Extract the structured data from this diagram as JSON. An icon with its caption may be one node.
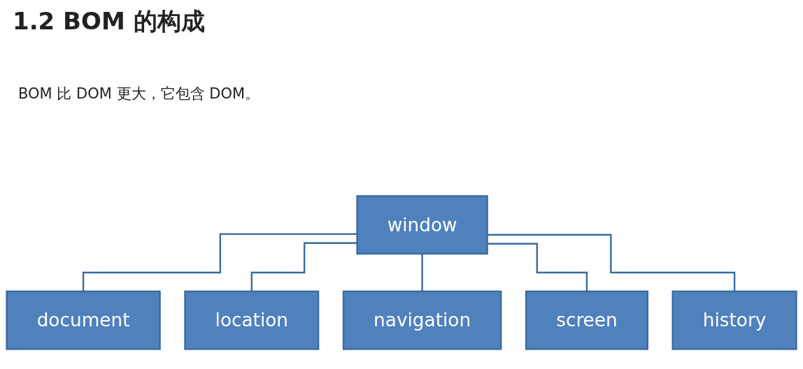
{
  "diagram": {
    "title": "1.2 BOM 的构成",
    "nodes": [
      {
        "text": [
          "window"
        ]
      },
      {
        "text": [
          "document"
        ]
      },
      {
        "text": [
          "location"
        ]
      },
      {
        "text": [
          "navigation"
        ]
      },
      {
        "text": [
          "screen"
        ]
      },
      {
        "text": [
          "history"
        ]
      }
    ],
    "edges": [
      {
        "from": 0,
        "to": 1,
        "arrow": "none"
      },
      {
        "from": 0,
        "to": 2,
        "arrow": "none"
      },
      {
        "from": 0,
        "to": 3,
        "arrow": "none"
      },
      {
        "from": 0,
        "to": 4,
        "arrow": "none"
      },
      {
        "from": 0,
        "to": 5,
        "arrow": "none"
      }
    ],
    "labels": [
      "BOM 比 DOM 更大，它包含 DOM。"
    ]
  }
}
